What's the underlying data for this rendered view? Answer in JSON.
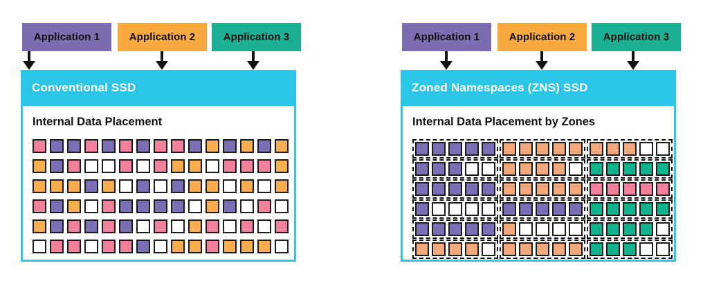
{
  "colors": {
    "panel_header": "#2BC5E8",
    "panel_border": "#2BC5E8",
    "cell_border": "#1B1B1B",
    "zone_border": "#111111",
    "arrow": "#111111"
  },
  "cell_colors": {
    "p": "#F0809B",
    "u": "#7B70B6",
    "o": "#F8AE4F",
    "c": "#F1A87D",
    "t": "#10B38C",
    "w": "#FFFFFF"
  },
  "cell_legend": {
    "p": "pink-block",
    "u": "purple-block",
    "o": "orange-block",
    "c": "peach-block",
    "t": "teal-block",
    "w": "empty-block"
  },
  "panels": [
    {
      "header": "Conventional SSD",
      "body_title": "Internal Data Placement",
      "applications": [
        {
          "label": "Application 1",
          "color": "#7D6CAF"
        },
        {
          "label": "Application 2",
          "color": "#F7A83E"
        },
        {
          "label": "Application 3",
          "color": "#1BAF94"
        }
      ],
      "rows": [
        "puupupuppuououo",
        "oupwwpwpoowpppo",
        "ooouowuwuoowowo",
        "puowpuuuuwouwpw",
        "oupupuwpwopwpwp",
        "wppwppuwoopooow"
      ]
    },
    {
      "header": "Zoned Namespaces (ZNS) SSD",
      "body_title": "Internal Data Placement by Zones",
      "applications": [
        {
          "label": "Application 1",
          "color": "#7D6CAF"
        },
        {
          "label": "Application 2",
          "color": "#F7A83E"
        },
        {
          "label": "Application 3",
          "color": "#1BAF94"
        }
      ],
      "rows": [
        [
          "uuuuu",
          "ccccc",
          "cccww"
        ],
        [
          "uuuww",
          "ccccw",
          "ttttt"
        ],
        [
          "uuuuu",
          "ccccc",
          "ppppp"
        ],
        [
          "uwwww",
          "uuuuu",
          "ttttt"
        ],
        [
          "uuuuu",
          "cwwww",
          "ttttw"
        ],
        [
          "ccccw",
          "ccccc",
          "tttww"
        ]
      ]
    }
  ]
}
